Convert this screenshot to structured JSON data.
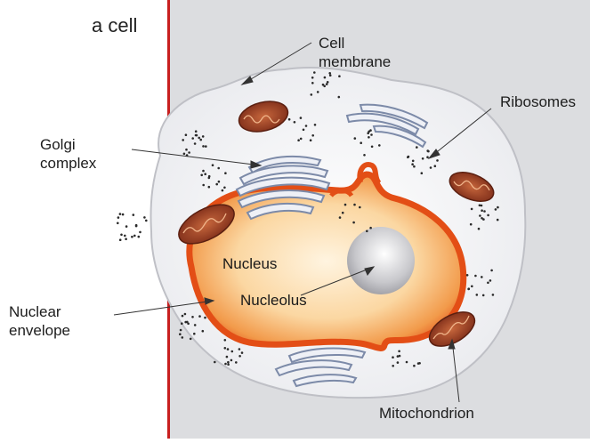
{
  "title": "a cell",
  "labels": {
    "cell_membrane": "Cell\nmembrane",
    "ribosomes": "Ribosomes",
    "golgi_complex": "Golgi\ncomplex",
    "nucleus": "Nucleus",
    "nucleolus": "Nucleolus",
    "nuclear_envelope": "Nuclear\nenvelope",
    "mitochondrion": "Mitochondrion"
  },
  "colors": {
    "panel": "#dcdde0",
    "cytoplasm": "#f3f3f5",
    "divider": "#c81f1f",
    "nucleus_outer": "#e85a1c",
    "nucleus_inner": "#fbd9a8",
    "mitochondria": "#9b3a22",
    "golgi": "#7c8aa8"
  }
}
